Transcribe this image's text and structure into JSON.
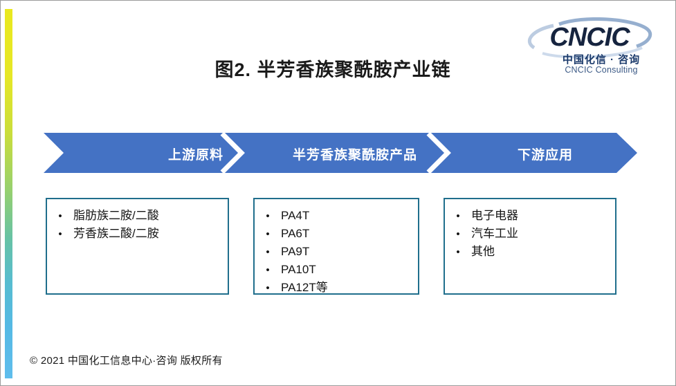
{
  "slide": {
    "title": "图2. 半芳香族聚酰胺产业链",
    "accent_bar": {
      "name": "gradient-accent-bar",
      "color_top": "#e9e81f",
      "color_mid": "#67c2a4",
      "color_bottom": "#5fbdec"
    },
    "background_color": "#ffffff"
  },
  "logo": {
    "wordmark": "CNCIC",
    "chinese": "中国化信 · 咨询",
    "english": "CNCIC Consulting",
    "color": "#16243f",
    "swoosh_color": "#2f5f9e"
  },
  "banner": {
    "fill_color": "#4472c4",
    "separator_color": "#ffffff",
    "stages": [
      {
        "label": "上游原料"
      },
      {
        "label": "半芳香族聚酰胺产品"
      },
      {
        "label": "下游应用"
      }
    ]
  },
  "boxes": [
    {
      "name": "upstream-raw-materials",
      "border_color": "#1f6e8c",
      "bullet": "•",
      "items": [
        "脂肪族二胺/二酸",
        "芳香族二酸/二胺"
      ]
    },
    {
      "name": "semi-aromatic-polyamide-products",
      "border_color": "#1f6e8c",
      "bullet": "•",
      "items": [
        "PA4T",
        "PA6T",
        "PA9T",
        "PA10T",
        "PA12T等"
      ]
    },
    {
      "name": "downstream-applications",
      "border_color": "#1f6e8c",
      "bullet": "•",
      "items": [
        "电子电器",
        "汽车工业",
        "其他"
      ]
    }
  ],
  "footer": {
    "copyright": "© 2021 中国化工信息中心·咨询 版权所有"
  }
}
